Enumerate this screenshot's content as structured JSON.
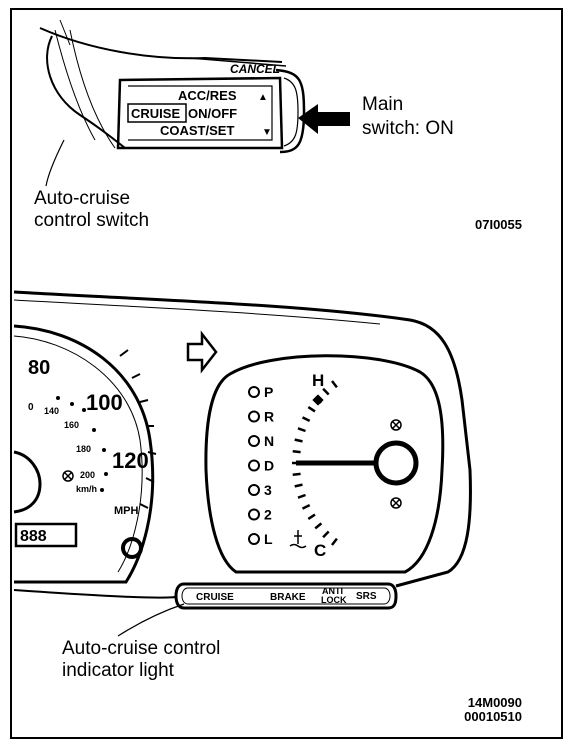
{
  "top_figure": {
    "switch_labels": {
      "cancel": "CANCEL",
      "acc_res": "ACC/RES",
      "cruise": "CRUISE",
      "on_off": "ON/OFF",
      "coast_set": "COAST/SET"
    },
    "callouts": {
      "main_switch_line1": "Main",
      "main_switch_line2": "switch: ON",
      "control_switch_line1": "Auto-cruise",
      "control_switch_line2": "control switch"
    },
    "figure_code": "07I0055"
  },
  "bottom_figure": {
    "speedometer": {
      "mph_80": "80",
      "mph_100": "100",
      "mph_120": "120",
      "kmh_140": "140",
      "kmh_160": "160",
      "kmh_180": "180",
      "kmh_200": "200",
      "kmh_unit": "km/h",
      "mph_unit": "MPH",
      "odometer": "888",
      "zero_mark": "0"
    },
    "gear_positions": [
      "P",
      "R",
      "N",
      "D",
      "3",
      "2",
      "L"
    ],
    "temp_gauge": {
      "hot": "H",
      "cold": "C"
    },
    "indicator_panel": {
      "cruise": "CRUISE",
      "brake": "BRAKE",
      "anti": "ANTI",
      "lock": "LOCK",
      "srs": "SRS"
    },
    "callouts": {
      "indicator_line1": "Auto-cruise control",
      "indicator_line2": "indicator light"
    },
    "figure_codes": [
      "14M0090",
      "00010510"
    ]
  }
}
